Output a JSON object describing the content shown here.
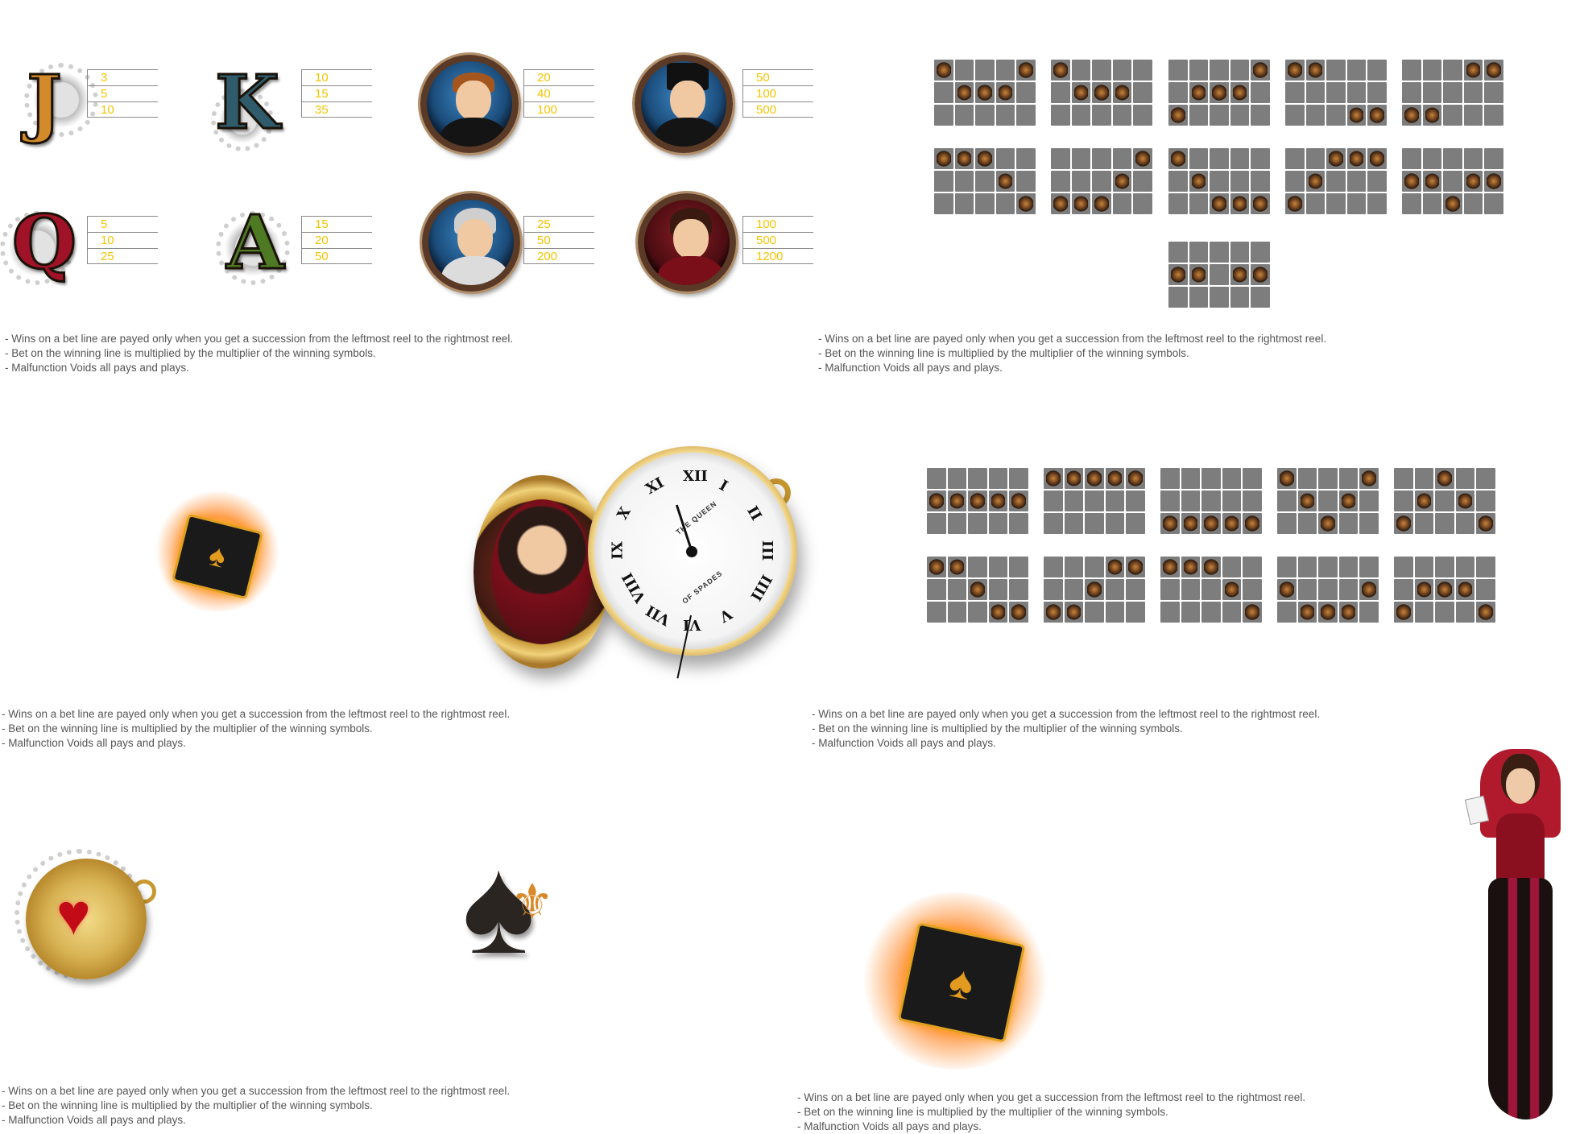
{
  "paytable": {
    "symbols": [
      {
        "id": "J",
        "label": "J",
        "color": "#d28a2a",
        "pays": [
          "3",
          "5",
          "10"
        ]
      },
      {
        "id": "K",
        "label": "K",
        "color": "#2f5b6b",
        "pays": [
          "10",
          "15",
          "35"
        ]
      },
      {
        "id": "gentleman",
        "label": "",
        "pays": [
          "20",
          "40",
          "100"
        ]
      },
      {
        "id": "magician",
        "label": "",
        "pays": [
          "50",
          "100",
          "500"
        ]
      },
      {
        "id": "Q",
        "label": "Q",
        "color": "#a01227",
        "pays": [
          "5",
          "10",
          "25"
        ]
      },
      {
        "id": "A",
        "label": "A",
        "color": "#4e7a23",
        "pays": [
          "15",
          "20",
          "50"
        ]
      },
      {
        "id": "old-lady",
        "label": "",
        "pays": [
          "25",
          "50",
          "200"
        ]
      },
      {
        "id": "queen",
        "label": "",
        "pays": [
          "100",
          "500",
          "1200"
        ]
      }
    ]
  },
  "notes": {
    "line1": "- Wins on a bet line are payed only when you get a succession from the leftmost reel to the rightmost reel.",
    "line2": "- Bet on the winning line is multiplied by the multiplier of the winning symbols.",
    "line3": "- Malfunction Voids all pays and plays."
  },
  "watch": {
    "numerals": [
      "XII",
      "I",
      "II",
      "III",
      "IIII",
      "V",
      "VI",
      "VII",
      "VIII",
      "IX",
      "X",
      "XI"
    ],
    "text_top": "THE QUEEN",
    "text_bottom": "OF SPADES"
  },
  "paylines_a": [
    [
      [
        1,
        0,
        0,
        0,
        1
      ],
      [
        0,
        1,
        1,
        1,
        0
      ],
      [
        0,
        0,
        0,
        0,
        0
      ]
    ],
    [
      [
        1,
        0,
        0,
        0,
        0
      ],
      [
        0,
        1,
        1,
        1,
        0
      ],
      [
        0,
        0,
        0,
        0,
        0
      ]
    ],
    [
      [
        0,
        0,
        0,
        0,
        1
      ],
      [
        0,
        1,
        1,
        1,
        0
      ],
      [
        1,
        0,
        0,
        0,
        0
      ]
    ],
    [
      [
        1,
        1,
        0,
        0,
        0
      ],
      [
        0,
        0,
        0,
        0,
        0
      ],
      [
        0,
        0,
        0,
        1,
        1
      ]
    ],
    [
      [
        0,
        0,
        0,
        1,
        1
      ],
      [
        0,
        0,
        0,
        0,
        0
      ],
      [
        1,
        1,
        0,
        0,
        0
      ]
    ],
    [
      [
        1,
        1,
        1,
        0,
        0
      ],
      [
        0,
        0,
        0,
        1,
        0
      ],
      [
        0,
        0,
        0,
        0,
        1
      ]
    ],
    [
      [
        0,
        0,
        0,
        0,
        1
      ],
      [
        0,
        0,
        0,
        1,
        0
      ],
      [
        1,
        1,
        1,
        0,
        0
      ]
    ],
    [
      [
        1,
        0,
        0,
        0,
        0
      ],
      [
        0,
        1,
        0,
        0,
        0
      ],
      [
        0,
        0,
        1,
        1,
        1
      ]
    ],
    [
      [
        0,
        0,
        1,
        1,
        1
      ],
      [
        0,
        1,
        0,
        0,
        0
      ],
      [
        1,
        0,
        0,
        0,
        0
      ]
    ],
    [
      [
        0,
        0,
        0,
        0,
        0
      ],
      [
        1,
        1,
        0,
        1,
        1
      ],
      [
        0,
        0,
        1,
        0,
        0
      ]
    ],
    [
      [
        0,
        0,
        0,
        0,
        0
      ],
      [
        1,
        1,
        0,
        1,
        1
      ],
      [
        0,
        0,
        0,
        0,
        0
      ]
    ]
  ],
  "paylines_b": [
    [
      [
        0,
        0,
        0,
        0,
        0
      ],
      [
        1,
        1,
        1,
        1,
        1
      ],
      [
        0,
        0,
        0,
        0,
        0
      ]
    ],
    [
      [
        1,
        1,
        1,
        1,
        1
      ],
      [
        0,
        0,
        0,
        0,
        0
      ],
      [
        0,
        0,
        0,
        0,
        0
      ]
    ],
    [
      [
        0,
        0,
        0,
        0,
        0
      ],
      [
        0,
        0,
        0,
        0,
        0
      ],
      [
        1,
        1,
        1,
        1,
        1
      ]
    ],
    [
      [
        1,
        0,
        0,
        0,
        1
      ],
      [
        0,
        1,
        0,
        1,
        0
      ],
      [
        0,
        0,
        1,
        0,
        0
      ]
    ],
    [
      [
        0,
        0,
        1,
        0,
        0
      ],
      [
        0,
        1,
        0,
        1,
        0
      ],
      [
        1,
        0,
        0,
        0,
        1
      ]
    ],
    [
      [
        1,
        1,
        0,
        0,
        0
      ],
      [
        0,
        0,
        1,
        0,
        0
      ],
      [
        0,
        0,
        0,
        1,
        1
      ]
    ],
    [
      [
        0,
        0,
        0,
        1,
        1
      ],
      [
        0,
        0,
        1,
        0,
        0
      ],
      [
        1,
        1,
        0,
        0,
        0
      ]
    ],
    [
      [
        1,
        1,
        1,
        0,
        0
      ],
      [
        0,
        0,
        0,
        1,
        0
      ],
      [
        0,
        0,
        0,
        0,
        1
      ]
    ],
    [
      [
        0,
        0,
        0,
        0,
        0
      ],
      [
        1,
        0,
        0,
        0,
        1
      ],
      [
        0,
        1,
        1,
        1,
        0
      ]
    ],
    [
      [
        0,
        0,
        0,
        0,
        0
      ],
      [
        0,
        1,
        1,
        1,
        0
      ],
      [
        1,
        0,
        0,
        0,
        1
      ]
    ]
  ],
  "colors": {
    "pay_text": "#f5c400",
    "note_text": "#555555",
    "grid_cell": "#7d7d7d"
  }
}
